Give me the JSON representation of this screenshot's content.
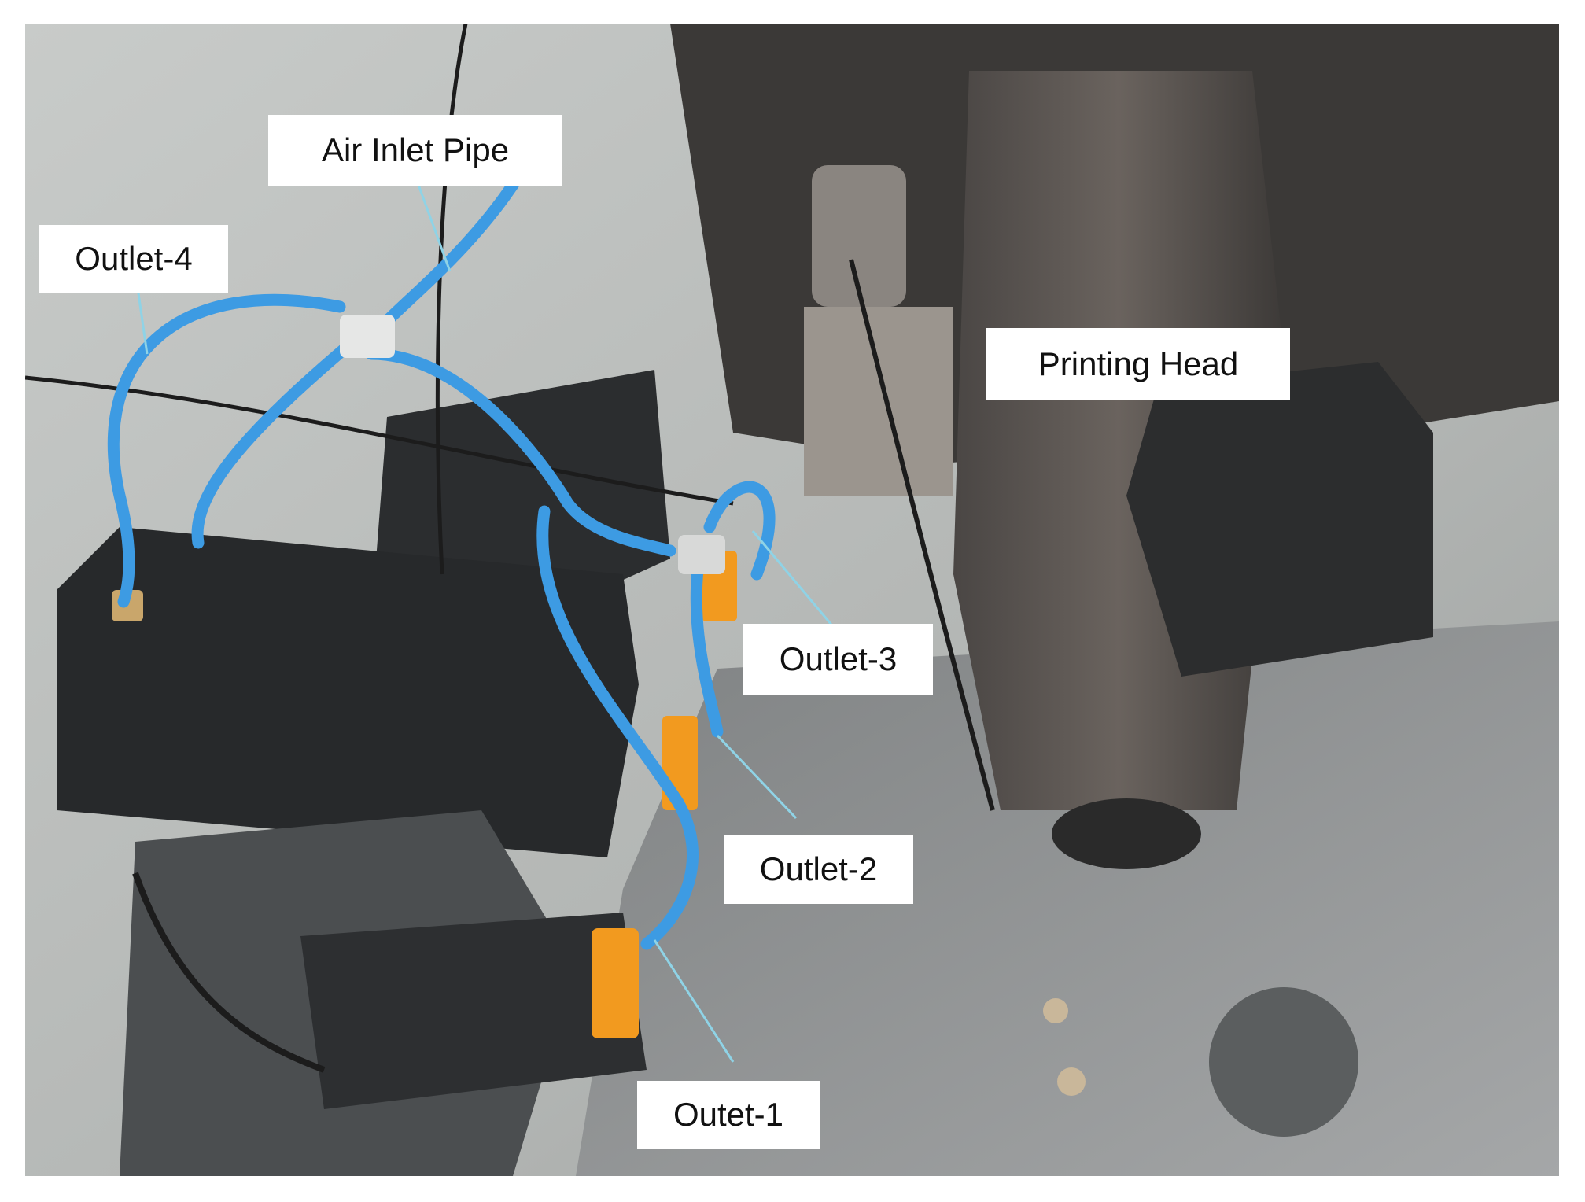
{
  "figure": {
    "description_free": true,
    "labels": {
      "air_inlet_pipe": "Air Inlet Pipe",
      "outlet_4": "Outlet-4",
      "printing_head": "Printing Head",
      "outlet_3": "Outlet-3",
      "outlet_2": "Outlet-2",
      "outlet_1": "Outet-1"
    }
  },
  "colors": {
    "pipe_blue": "#3d9be3",
    "leader_line": "#8fd3e6",
    "wall_grey": "#b9bcba",
    "box_black": "#27292b",
    "fitting_orange": "#f29a1f",
    "metal_plate": "#8d8f90"
  }
}
